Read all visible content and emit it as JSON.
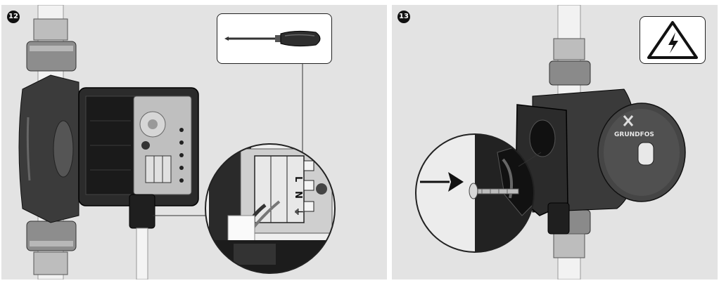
{
  "steps": [
    {
      "number": "12"
    },
    {
      "number": "13"
    }
  ],
  "terminal_labels": [
    "L",
    "N",
    "⏚"
  ],
  "brand_name": "GRUNDFOS",
  "icons": {
    "tool": "screwdriver-icon",
    "warning": "electrical-hazard-warning-icon",
    "arrow": "insertion-arrow-icon"
  }
}
